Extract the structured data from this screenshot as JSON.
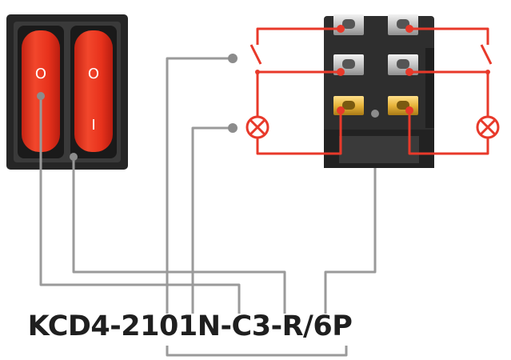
{
  "part_code": "KCD4-2101N-C3-R/6P",
  "switch_front": {
    "off_symbol": "O",
    "on_symbol": "I",
    "housing_color": "#2b2b2b",
    "rocker_color": "#e8321c"
  },
  "wiring": {
    "circuit_wire_color": "#e8392a",
    "leader_line_color": "#9a9a9a",
    "terminal_silver_color": "#c8c8c8",
    "terminal_gold_color": "#e7b43b",
    "lamp_icon": "lamp-icon",
    "switch_contact_icon": "switch-contact-icon"
  }
}
